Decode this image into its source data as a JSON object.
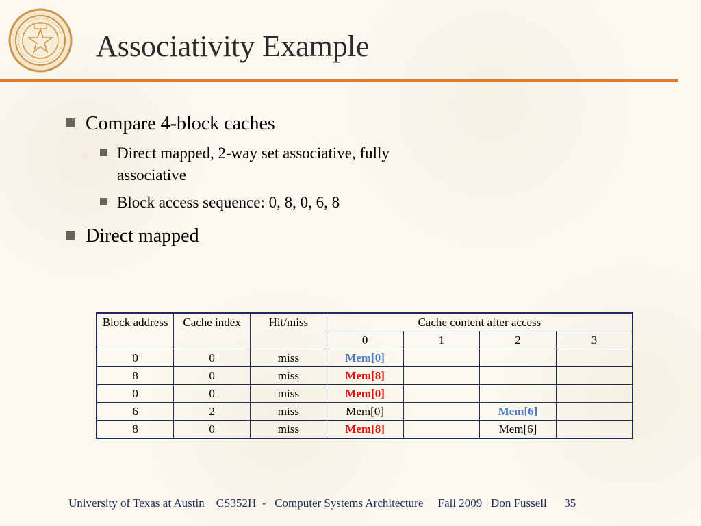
{
  "slide": {
    "title": "Associativity Example",
    "seal_name": "university-seal",
    "seal_colors": {
      "ring": "#c9954d",
      "inner": "#f4e6c9"
    }
  },
  "bullets": {
    "b1": "Compare 4-block caches",
    "b1_sub1": "Direct mapped, 2-way set associative, fully associative",
    "b1_sub2": "Block access sequence: 0, 8, 0, 6, 8",
    "b2": "Direct mapped"
  },
  "table": {
    "headers": {
      "block_address": "Block address",
      "cache_index": "Cache index",
      "hit_miss": "Hit/miss",
      "content": "Cache content after access",
      "cols": [
        "0",
        "1",
        "2",
        "3"
      ]
    },
    "rows": [
      {
        "addr": "0",
        "idx": "0",
        "hm": "miss",
        "c0": "Mem[0]",
        "c1": "",
        "c2": "",
        "c3": ""
      },
      {
        "addr": "8",
        "idx": "0",
        "hm": "miss",
        "c0": "Mem[8]",
        "c1": "",
        "c2": "",
        "c3": ""
      },
      {
        "addr": "0",
        "idx": "0",
        "hm": "miss",
        "c0": "Mem[0]",
        "c1": "",
        "c2": "",
        "c3": ""
      },
      {
        "addr": "6",
        "idx": "2",
        "hm": "miss",
        "c0": "Mem[0]",
        "c1": "",
        "c2": "Mem[6]",
        "c3": ""
      },
      {
        "addr": "8",
        "idx": "0",
        "hm": "miss",
        "c0": "Mem[8]",
        "c1": "",
        "c2": "Mem[6]",
        "c3": ""
      }
    ],
    "colors": {
      "table_border": "#1d2a5a",
      "new_blue": "#4f7fbf",
      "replaced_red": "#e01010"
    }
  },
  "footer": {
    "text": "University of Texas at Austin    CS352H  -   Computer Systems Architecture     Fall 2009   Don Fussell      35"
  },
  "colors": {
    "title_rule": "#e2792b",
    "bullet_marker": "#6b6454",
    "title_text": "#2a2a2a"
  }
}
